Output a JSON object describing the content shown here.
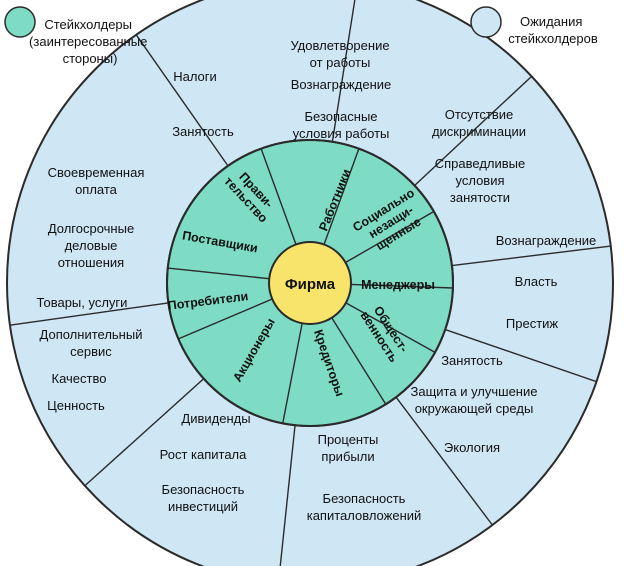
{
  "colors": {
    "outer_ring": "#cfe6f5",
    "inner_ring": "#7ddcc3",
    "center": "#f8e46a",
    "line": "#2b2b2b"
  },
  "legend": {
    "stakeholders": [
      "Стейкхолдеры",
      "(заинтересованные",
      "стороны)"
    ],
    "expectations": [
      "Ожидания",
      "стейкхолдеров"
    ]
  },
  "center": {
    "label": "Фирма"
  },
  "stakeholders": [
    {
      "id": "government",
      "name": [
        "Прави-",
        "тельство"
      ],
      "expectations": [
        [
          "Налоги"
        ],
        [
          "Занятость"
        ]
      ]
    },
    {
      "id": "workers",
      "name": [
        "Работники"
      ],
      "expectations": [
        [
          "Удовлетворение",
          "от работы"
        ],
        [
          "Вознаграждение"
        ],
        [
          "Безопасные",
          "условия работы"
        ]
      ]
    },
    {
      "id": "socially-protected",
      "name": [
        "Социально",
        "незащи-",
        "щенные"
      ],
      "expectations": [
        [
          "Отсутствие",
          "дискриминации"
        ],
        [
          "Справедливые",
          "условия",
          "занятости"
        ]
      ]
    },
    {
      "id": "managers",
      "name": [
        "Менеджеры"
      ],
      "expectations": [
        [
          "Вознаграждение"
        ],
        [
          "Власть"
        ],
        [
          "Престиж"
        ]
      ]
    },
    {
      "id": "society",
      "name": [
        "Общест-",
        "венность"
      ],
      "expectations": [
        [
          "Занятость"
        ],
        [
          "Защита и улучшение",
          "окружающей среды"
        ],
        [
          "Экология"
        ]
      ]
    },
    {
      "id": "creditors",
      "name": [
        "Кредиторы"
      ],
      "expectations": [
        [
          "Проценты",
          "прибыли"
        ],
        [
          "Безопасность",
          "капиталовложений"
        ]
      ]
    },
    {
      "id": "shareholders",
      "name": [
        "Акционеры"
      ],
      "expectations": [
        [
          "Дивиденды"
        ],
        [
          "Рост капитала"
        ],
        [
          "Безопасность",
          "инвестиций"
        ]
      ]
    },
    {
      "id": "consumers",
      "name": [
        "Потребители"
      ],
      "expectations": [
        [
          "Товары, услуги"
        ],
        [
          "Дополнительный",
          "сервис"
        ],
        [
          "Качество"
        ],
        [
          "Ценность"
        ]
      ]
    },
    {
      "id": "suppliers",
      "name": [
        "Поставщики"
      ],
      "expectations": [
        [
          "Своевременная",
          "оплата"
        ],
        [
          "Долгосрочные",
          "деловые",
          "отношения"
        ]
      ]
    }
  ]
}
